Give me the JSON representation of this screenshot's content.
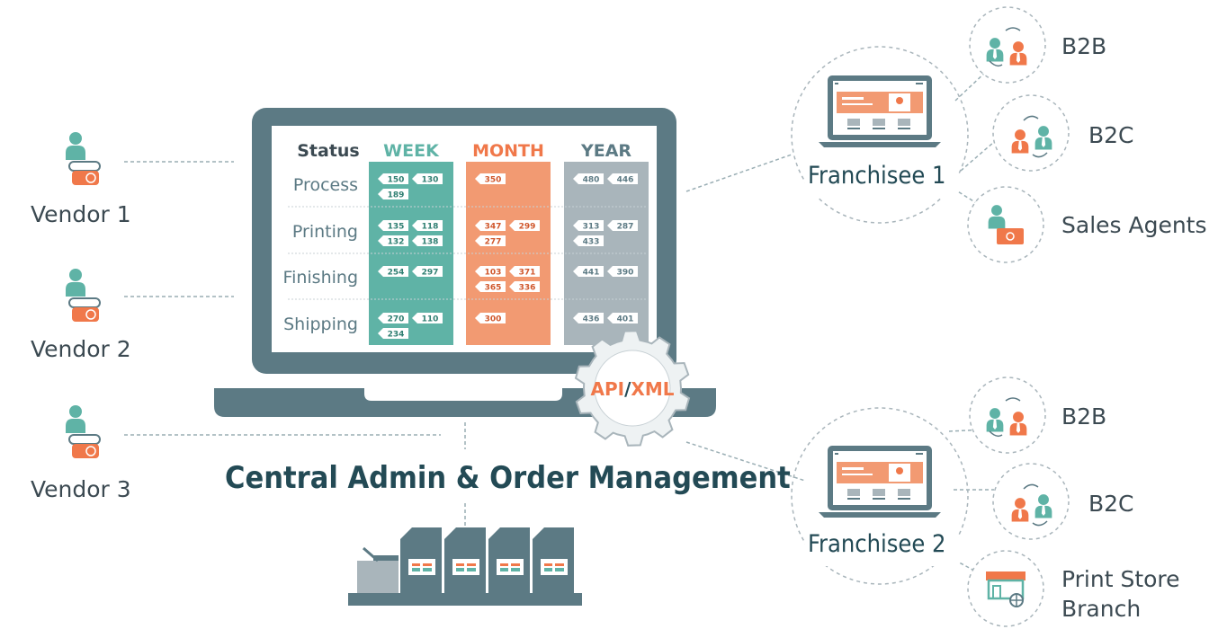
{
  "central": {
    "title": "Central Admin & Order Management",
    "api_label_part1": "API",
    "api_label_sep": "/",
    "api_label_part2": "XML"
  },
  "vendors": [
    "Vendor 1",
    "Vendor 2",
    "Vendor 3"
  ],
  "dashboard": {
    "header_status": "Status",
    "columns": [
      {
        "label": "WEEK",
        "color": "#5fb3a6"
      },
      {
        "label": "MONTH",
        "color": "#f29a72"
      },
      {
        "label": "YEAR",
        "color": "#a9b5bb"
      }
    ],
    "rows": [
      {
        "label": "Process",
        "week": [
          "150",
          "130",
          "189"
        ],
        "month": [
          "350"
        ],
        "year": [
          "480",
          "446"
        ]
      },
      {
        "label": "Printing",
        "week": [
          "135",
          "118",
          "132",
          "138"
        ],
        "month": [
          "347",
          "299",
          "277"
        ],
        "year": [
          "313",
          "287",
          "433"
        ]
      },
      {
        "label": "Finishing",
        "week": [
          "254",
          "297"
        ],
        "month": [
          "103",
          "371",
          "365",
          "336"
        ],
        "year": [
          "441",
          "390"
        ]
      },
      {
        "label": "Shipping",
        "week": [
          "270",
          "110",
          "234"
        ],
        "month": [
          "300"
        ],
        "year": [
          "436",
          "401"
        ]
      }
    ]
  },
  "franchisees": [
    {
      "name": "Franchisee 1",
      "channels": [
        "B2B",
        "B2C",
        "Sales Agents"
      ]
    },
    {
      "name": "Franchisee 2",
      "channels": [
        "B2B",
        "B2C",
        "Print Store",
        "Branch"
      ]
    }
  ],
  "colors": {
    "teal": "#5fb3a6",
    "orange": "#f0784a",
    "slate": "#5c7a84",
    "navy_text": "#234a55",
    "gray_text": "#3c4a52"
  },
  "icons": [
    "person-icon",
    "print-shop-icon",
    "gear-icon",
    "laptop-icon",
    "printer-machines-icon",
    "store-front-icon",
    "money-icon",
    "exchange-icon"
  ]
}
